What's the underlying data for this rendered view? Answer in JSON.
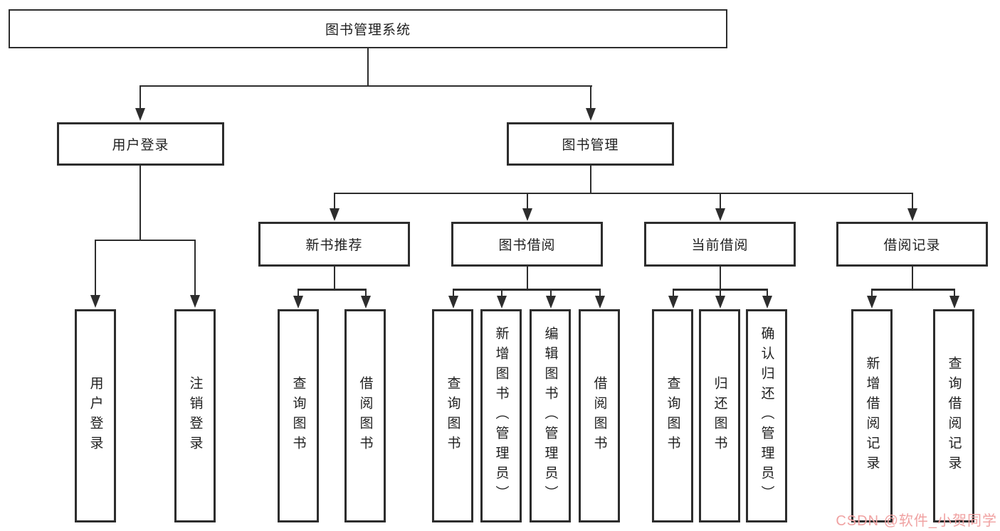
{
  "tree": {
    "root": "图书管理系统",
    "level2": [
      "用户登录",
      "图书管理"
    ],
    "level3": [
      "新书推荐",
      "图书借阅",
      "当前借阅",
      "借阅记录"
    ],
    "leaves_user_login": [
      "用户登录",
      "注销登录"
    ],
    "leaves_new_book": [
      "查询图书",
      "借阅图书"
    ],
    "leaves_book_borrow": [
      "查询图书",
      "新增图书（管理员）",
      "编辑图书（管理员）",
      "借阅图书"
    ],
    "leaves_current_borrow": [
      "查询图书",
      "归还图书",
      "确认归还（管理员）"
    ],
    "leaves_borrow_record": [
      "新增借阅记录",
      "查询借阅记录"
    ]
  },
  "watermark": {
    "text": "CSDN @软件_小贺同学",
    "color": "#f0a2a2"
  },
  "colors": {
    "line": "#2d2d2d",
    "text": "#1f1f1f",
    "background": "#ffffff"
  }
}
